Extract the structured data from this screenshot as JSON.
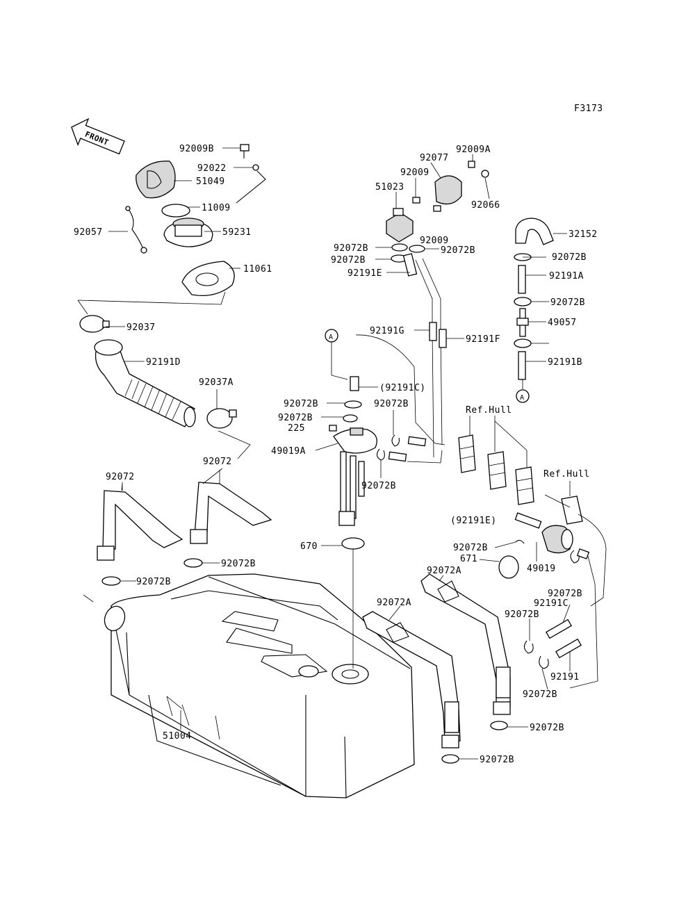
{
  "figure_code": "F3173",
  "front_label": "FRONT",
  "ref_marks": [
    "A",
    "A"
  ],
  "callouts": [
    "92009B",
    "92022",
    "51049",
    "11009",
    "92057",
    "59231",
    "11061",
    "92037",
    "92191D",
    "92037A",
    "92072",
    "92072",
    "92077",
    "92009A",
    "92009",
    "51023",
    "92066",
    "32152",
    "92072B",
    "92009",
    "92072B",
    "92072B",
    "92191E",
    "92191A",
    "92072B",
    "49057",
    "92072B",
    "92191G",
    "92191F",
    "92191B",
    "(92191C)",
    "92072B",
    "92072B",
    "92072B",
    "225",
    "49019A",
    "92072B",
    "Ref.Hull",
    "Ref.Hull",
    "(92191E)",
    "670",
    "92072B",
    "671",
    "49019",
    "92072B",
    "92072A",
    "92072B",
    "92072A",
    "92072B",
    "92191C",
    "92191",
    "92072B",
    "51004",
    "92072B",
    "92072B"
  ]
}
